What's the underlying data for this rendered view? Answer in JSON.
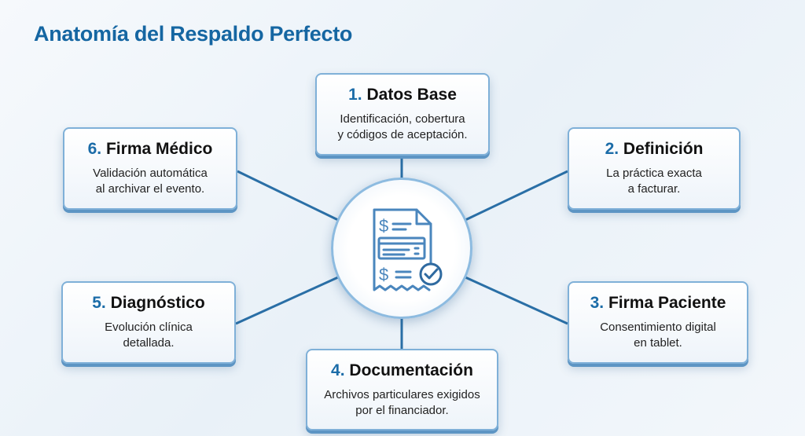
{
  "title": "Anatomía del Respaldo Perfecto",
  "center_icon": "invoice-check-icon",
  "colors": {
    "accent": "#1b6ca8",
    "line": "#2a6fa6",
    "title": "#1566a2"
  },
  "steps": [
    {
      "num": "1.",
      "title": "Datos Base",
      "line1": "Identificación, cobertura",
      "line2": "y códigos de aceptación."
    },
    {
      "num": "2.",
      "title": "Definición",
      "line1": "La práctica exacta",
      "line2": "a facturar."
    },
    {
      "num": "3.",
      "title": "Firma Paciente",
      "line1": "Consentimiento digital",
      "line2": "en tablet."
    },
    {
      "num": "4.",
      "title": "Documentación",
      "line1": "Archivos particulares exigidos",
      "line2": "por el financiador."
    },
    {
      "num": "5.",
      "title": "Diagnóstico",
      "line1": "Evolución clínica",
      "line2": "detallada."
    },
    {
      "num": "6.",
      "title": "Firma Médico",
      "line1": "Validación automática",
      "line2": "al archivar el evento."
    }
  ]
}
